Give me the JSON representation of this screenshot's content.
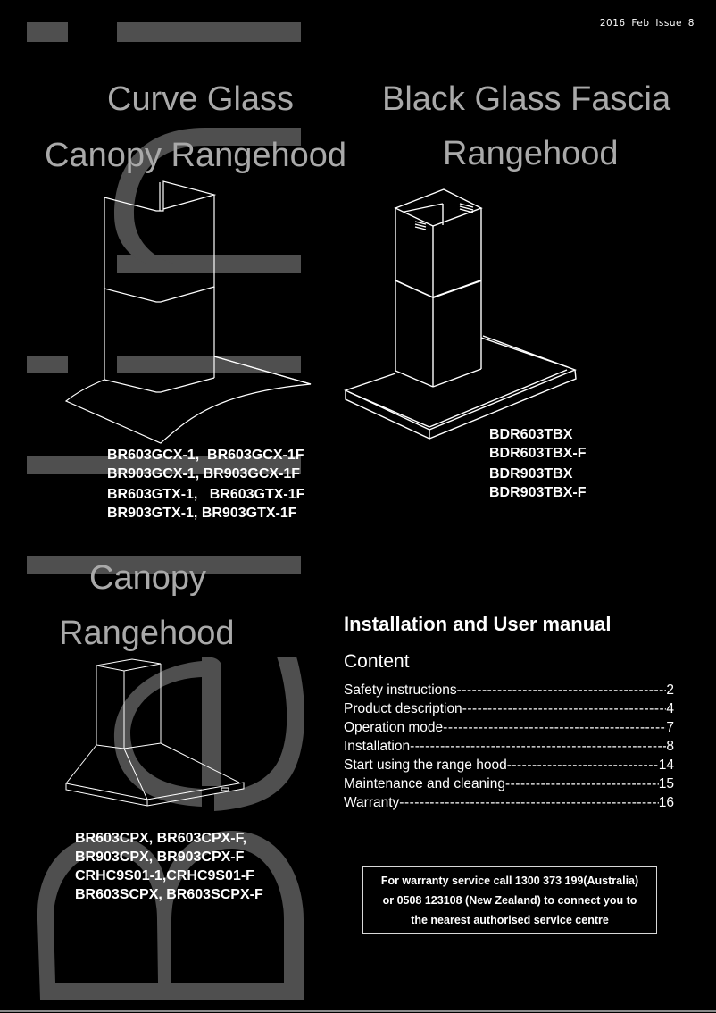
{
  "header": {
    "issue": "2016 Feb Issue 8"
  },
  "colors": {
    "background": "#000000",
    "watermark_gray": "#4f4f4f",
    "title_gray": "#a9a9a9",
    "text_white": "#ffffff"
  },
  "sections": {
    "curve_glass": {
      "title_line1": "Curve Glass",
      "title_line2": "Canopy Rangehood",
      "illustration": "curve-glass-rangehood-drawing",
      "models": [
        "BR603GCX-1,  BR603GCX-1F",
        "BR903GCX-1, BR903GCX-1F",
        "BR603GTX-1,   BR603GTX-1F",
        "BR903GTX-1, BR903GTX-1F"
      ]
    },
    "black_glass": {
      "title_line1": "Black Glass Fascia",
      "title_line2": "Rangehood",
      "illustration": "black-glass-fascia-rangehood-drawing",
      "models": [
        "BDR603TBX",
        "BDR603TBX-F",
        "BDR903TBX",
        "BDR903TBX-F"
      ]
    },
    "canopy": {
      "title_line1": "Canopy",
      "title_line2": "Rangehood",
      "illustration": "canopy-rangehood-drawing",
      "models": [
        "BR603CPX, BR603CPX-F,",
        "BR903CPX, BR903CPX-F",
        "CRHC9S01-1,CRHC9S01-F",
        "BR603SCPX, BR603SCPX-F"
      ]
    }
  },
  "manual": {
    "title": "Installation and User manual",
    "content_heading": "Content",
    "toc": [
      {
        "label": "Safety instructions",
        "page": "2"
      },
      {
        "label": "Product description",
        "page": "4"
      },
      {
        "label": "Operation mode",
        "page": "7"
      },
      {
        "label": "Installation",
        "page": "8"
      },
      {
        "label": "Start using the range hood",
        "page": "14"
      },
      {
        "label": "Maintenance and cleaning",
        "page": "15"
      },
      {
        "label": "Warranty",
        "page": "16"
      }
    ]
  },
  "warranty_notice": {
    "line1": "For warranty service call 1300 373 199(Australia)",
    "line2": "or 0508 123108 (New Zealand) to connect you to",
    "line3": "the nearest authorised service centre"
  }
}
